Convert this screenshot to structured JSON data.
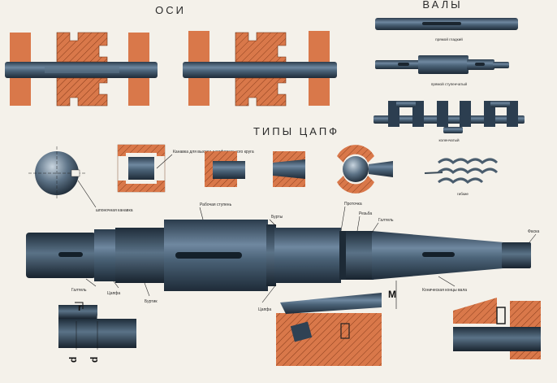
{
  "titles": {
    "axles": "ОСИ",
    "shafts": "ВАЛЫ",
    "journal_types": "ТИПЫ ЦАПФ"
  },
  "shaft_types": {
    "straight_smooth": "прямой гладкий",
    "straight_stepped": "прямой ступенчатый",
    "crankshaft": "коленчатый",
    "flexible": "гибкие"
  },
  "journal_labels": {
    "groove": "Канавка для выхода шлифовального круга"
  },
  "shaft_callouts": {
    "keyway": "шпоночная канавка",
    "working_step": "Рабочая ступень",
    "collars": "Бурты",
    "groove": "Проточка",
    "thread": "Резьба",
    "fillet_top": "Галтель",
    "chamfer": "Фаска",
    "fillet_bottom": "Галтель",
    "journal_left": "Цапфа",
    "collar_bottom": "Буртик",
    "journal_bottom": "Цапфа",
    "conical_end": "Коническая концы вала"
  },
  "dimensions": {
    "radius": "r",
    "d_left": "d",
    "d_right": "d",
    "height": "М"
  },
  "colors": {
    "copper": "#d9784a",
    "steel": "#3e5468",
    "steel_light": "#7f97ad",
    "background": "#f4f1ea"
  }
}
